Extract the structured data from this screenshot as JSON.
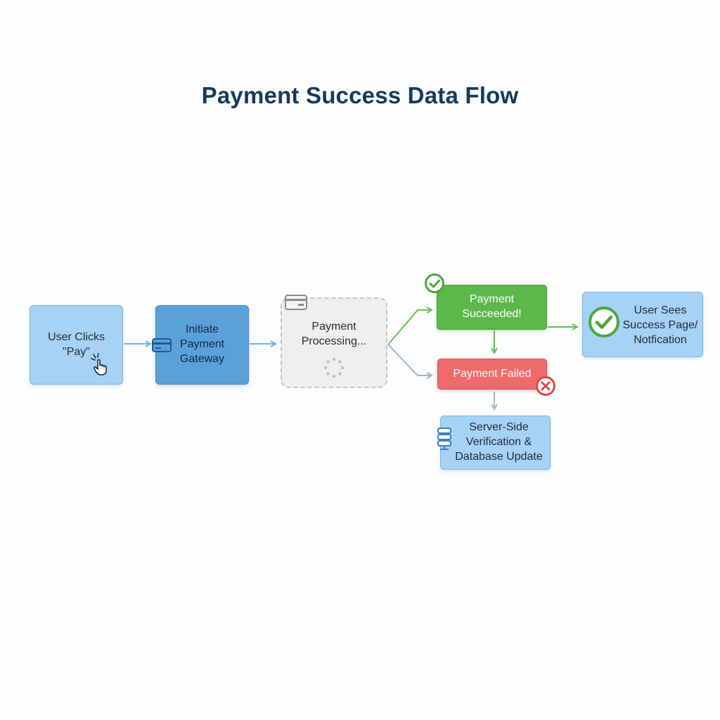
{
  "title": "Payment Success Data Flow",
  "colors": {
    "title": "#163a5c",
    "light_blue_node": "#a6d2f5",
    "dark_blue_node": "#5aa1da",
    "processing_node": "#efefef",
    "success": "#5cb848",
    "failure": "#ef6b6b",
    "arrow_blue": "#6fb2e6",
    "arrow_green": "#66c050",
    "arrow_gray": "#a8b4c0"
  },
  "nodes": {
    "user_clicks": {
      "label": "User Clicks\n\"Pay\"",
      "icon": "hand-pointer-icon"
    },
    "initiate_gateway": {
      "label": "Initiate\nPayment\nGateway",
      "icon": "credit-card-icon"
    },
    "processing": {
      "label": "Payment\nProcessing...",
      "icon": "credit-card-icon",
      "indicator": "loading-spinner-icon"
    },
    "succeeded": {
      "label": "Payment\nSucceeded!",
      "icon": "check-circle-icon"
    },
    "failed": {
      "label": "Payment Failed",
      "icon": "x-circle-icon"
    },
    "server_verification": {
      "label": "Server-Side\nVerification &\nDatabase Update",
      "icon": "server-database-icon"
    },
    "user_sees": {
      "label": "User Sees\nSuccess Page/\nNotfication",
      "icon": "check-circle-icon"
    }
  },
  "edges": [
    {
      "from": "user_clicks",
      "to": "initiate_gateway"
    },
    {
      "from": "initiate_gateway",
      "to": "processing"
    },
    {
      "from": "processing",
      "to": "succeeded"
    },
    {
      "from": "processing",
      "to": "failed"
    },
    {
      "from": "succeeded",
      "to": "user_sees"
    },
    {
      "from": "succeeded",
      "to": "failed"
    },
    {
      "from": "failed",
      "to": "server_verification"
    }
  ]
}
